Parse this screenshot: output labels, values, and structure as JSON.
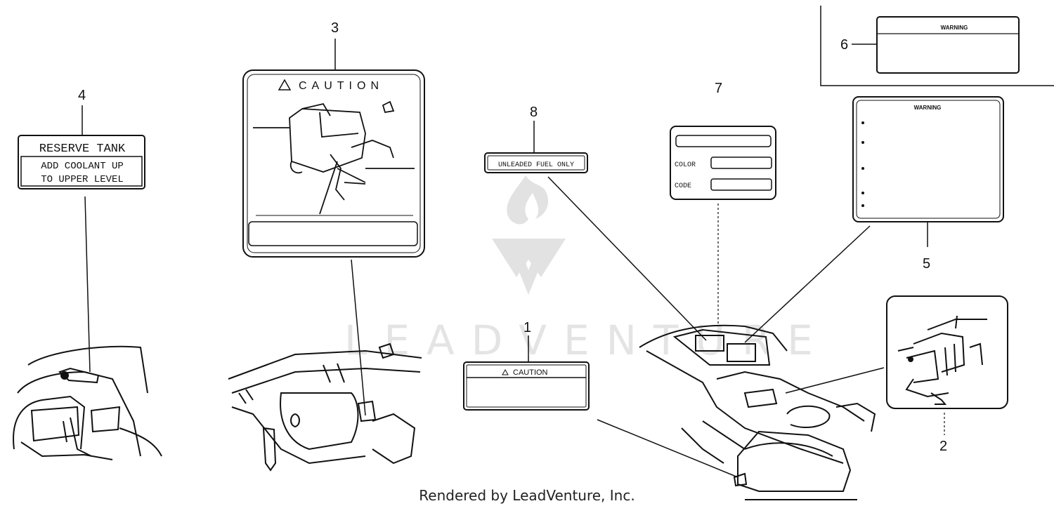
{
  "callouts": [
    "1",
    "2",
    "3",
    "4",
    "5",
    "6",
    "7",
    "8"
  ],
  "labels": {
    "reserve_title": "RESERVE TANK",
    "reserve_line1": "ADD COOLANT UP",
    "reserve_line2": "TO UPPER LEVEL",
    "caution_big": "CAUTION",
    "caution_small": "CAUTION",
    "unleaded": "UNLEADED FUEL ONLY",
    "color": "COLOR",
    "code": "CODE",
    "warning_5": "WARNING",
    "warning_6": "WARNING"
  },
  "watermark": "LEADVENTURE",
  "footer": "Rendered by LeadVenture, Inc."
}
